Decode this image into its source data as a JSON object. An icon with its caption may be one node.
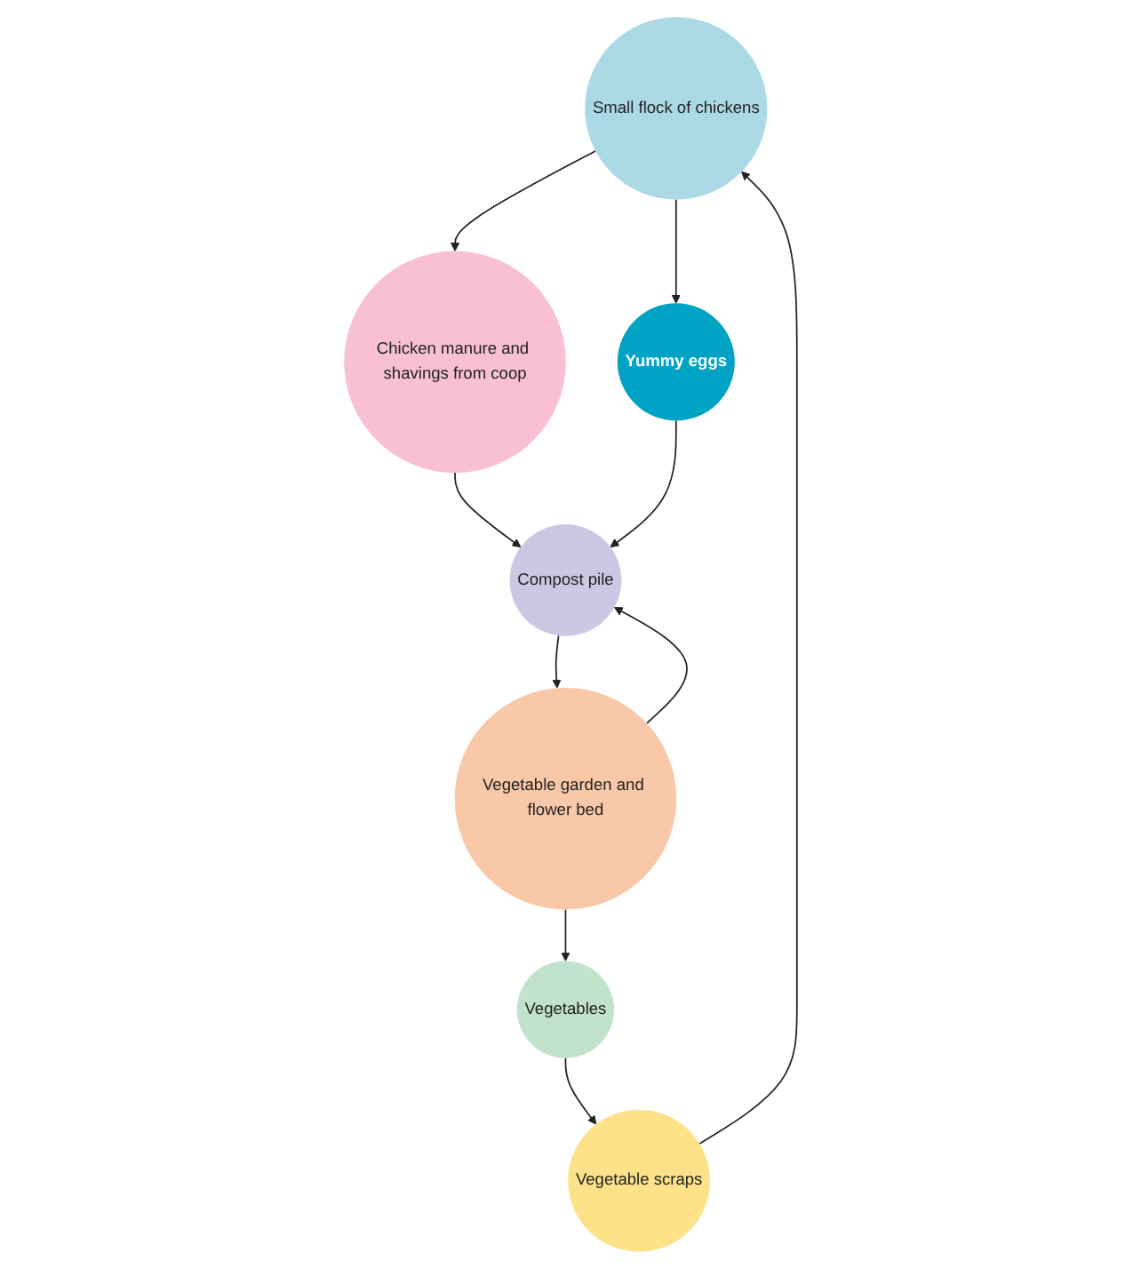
{
  "diagram": {
    "nodes": [
      {
        "text": [
          "Small flock of chickens"
        ]
      },
      {
        "text": [
          "Vegetable scraps"
        ]
      },
      {
        "text": [
          "Chicken manure and shavings from coop"
        ]
      },
      {
        "text": [
          "Yummy eggs"
        ]
      },
      {
        "text": [
          "Vegetables"
        ]
      },
      {
        "text": [
          "Compost pile"
        ]
      },
      {
        "text": [
          "Vegetable garden and flower bed"
        ]
      }
    ],
    "edges": [
      {
        "from": 1,
        "to": 0,
        "arrow": "to"
      },
      {
        "from": 0,
        "to": 2,
        "arrow": "to"
      },
      {
        "from": 0,
        "to": 3,
        "arrow": "to"
      },
      {
        "from": 2,
        "to": 5,
        "arrow": "to"
      },
      {
        "from": 3,
        "to": 5,
        "arrow": "to"
      },
      {
        "from": 5,
        "to": 6,
        "arrow": "to"
      },
      {
        "from": 6,
        "to": 5,
        "arrow": "to"
      },
      {
        "from": 6,
        "to": 4,
        "arrow": "to"
      },
      {
        "from": 4,
        "to": 1,
        "arrow": "to"
      }
    ]
  }
}
